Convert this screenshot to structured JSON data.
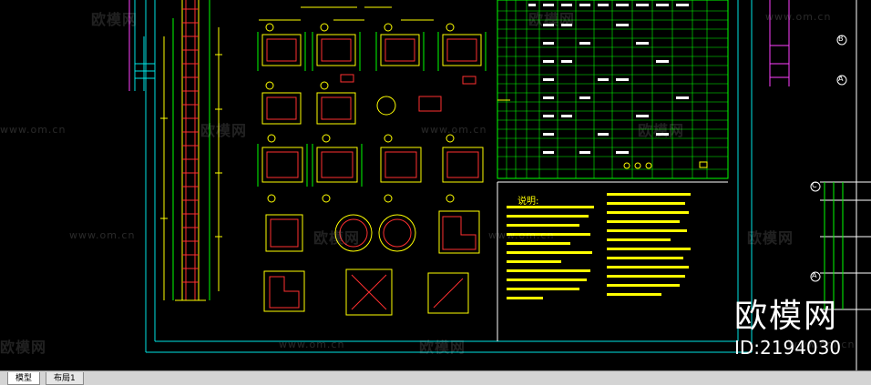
{
  "watermark": {
    "site": "www.om.cn",
    "cn": "欧模网"
  },
  "brand": {
    "name": "欧模网",
    "id_text": "ID:2194030"
  },
  "notes": {
    "heading": "说明:"
  },
  "tabs": [
    {
      "label": "模型",
      "active": true
    },
    {
      "label": "布局1",
      "active": false
    }
  ],
  "grid_markers": [
    "A",
    "B",
    "C",
    "A"
  ],
  "colors": {
    "background": "#000000",
    "cad_yellow": "#ffff00",
    "cad_green": "#00ff00",
    "cad_red": "#ff3030",
    "cad_cyan": "#00e5e5",
    "cad_magenta": "#ff40ff",
    "cad_white": "#ffffff"
  }
}
